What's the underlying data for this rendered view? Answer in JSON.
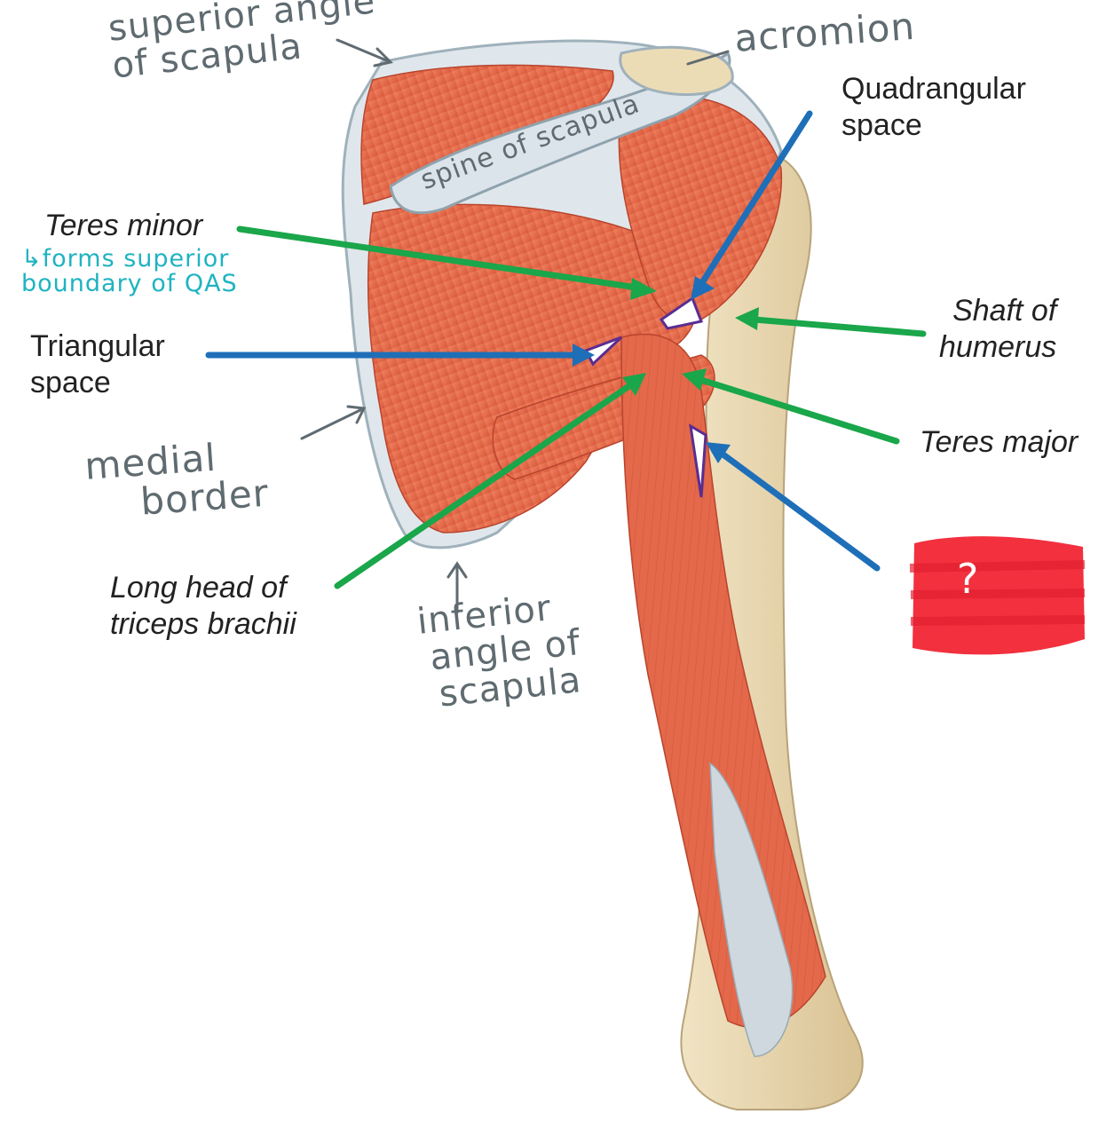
{
  "labels": {
    "quadrangular_line1": "Quadrangular",
    "quadrangular_line2": "space",
    "teres_minor": "Teres minor",
    "teres_minor_note_line1": "↳forms superior",
    "teres_minor_note_line2": "boundary of QAS",
    "triangular_line1": "Triangular",
    "triangular_line2": "space",
    "shaft_line1": "Shaft of",
    "shaft_line2": "humerus",
    "teres_major": "Teres major",
    "long_head_line1": "Long head of",
    "long_head_line2": "triceps brachii",
    "hidden_answer": "?"
  },
  "handwritten": {
    "superior_angle_line1": "superior angle",
    "superior_angle_line2": "of scapula",
    "acromion": "acromion",
    "spine": "spine of scapula",
    "medial_line1": "medial",
    "medial_line2": "border",
    "inferior_line1": "inferior",
    "inferior_line2": "angle of",
    "inferior_line3": "scapula"
  },
  "colors": {
    "green_arrow": "#1aa64a",
    "blue_arrow": "#1e6fb8",
    "muscle": "#e9714f",
    "bone": "#ead9b2",
    "redact": "#f2303e"
  }
}
